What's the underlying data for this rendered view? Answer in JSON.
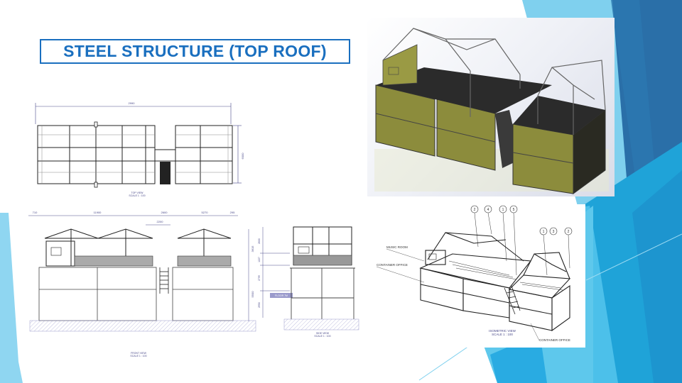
{
  "slide": {
    "title": "STEEL STRUCTURE (TOP ROOF)",
    "colors": {
      "title_text": "#1a6fbf",
      "title_border": "#1a6fbf",
      "accent_light_blue": "#7fd0ee",
      "accent_mid_blue": "#29abe2",
      "accent_dark_blue": "#2a6fa8",
      "container_olive": "#8c8c3c"
    }
  },
  "top_view": {
    "dimension_width": "2990",
    "dimension_height": "6000",
    "caption_line1": "TOP VIEW",
    "caption_line2": "SCALE 1 : 100"
  },
  "front_view": {
    "dims": [
      "710",
      "11900",
      "2600",
      "2200",
      "5270",
      "295"
    ],
    "height_upper": "3615",
    "height_lower": "5500",
    "caption_line1": "FRONT VIEW",
    "caption_line2": "SCALE 1 : 100"
  },
  "side_view": {
    "dims": [
      "2600",
      "1227",
      "2799",
      "2950"
    ],
    "floor_tag": "FLOOR 7M",
    "caption_line1": "SIDE VIEW",
    "caption_line2": "SCALE 1 : 100"
  },
  "isometric_view": {
    "callouts_left": [
      "2",
      "4",
      "1",
      "5"
    ],
    "callouts_right": [
      "1",
      "3",
      "2"
    ],
    "label_music_room": "MUSIC ROOM",
    "label_container_office_left": "CONTAINER OFFICE",
    "label_container_office_right": "CONTAINER OFFICE",
    "caption_line1": "ISOMETRIC VIEW",
    "caption_line2": "SCALE 1 : 100"
  },
  "render_view": {
    "description": "3D render of steel roof structure on containers"
  }
}
